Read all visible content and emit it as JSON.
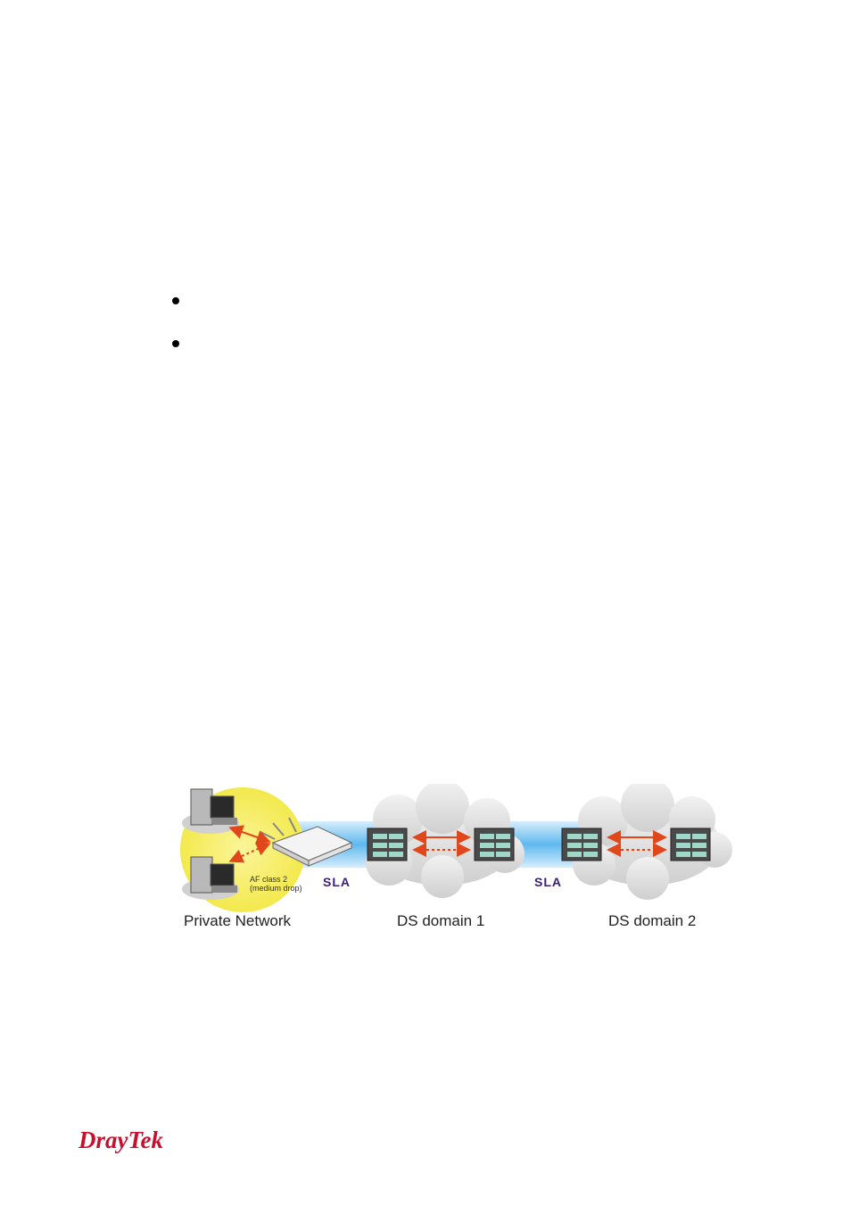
{
  "diagram": {
    "captions": {
      "private_network": "Private Network",
      "ds_domain_1": "DS domain 1",
      "ds_domain_2": "DS domain 2"
    },
    "sla_labels": [
      "SLA",
      "SLA"
    ],
    "af_label": {
      "line1": "AF class 2",
      "line2": "(medium drop)"
    },
    "colors": {
      "private_zone": "#f7f06a",
      "sla_band": "#5fb8ee",
      "cloud": "#dcdcdc",
      "arrow": "#e0481c",
      "sla_text": "#3a1f7a"
    }
  },
  "footer": {
    "logo": "DrayTek",
    "logo_color": "#c8102e"
  }
}
